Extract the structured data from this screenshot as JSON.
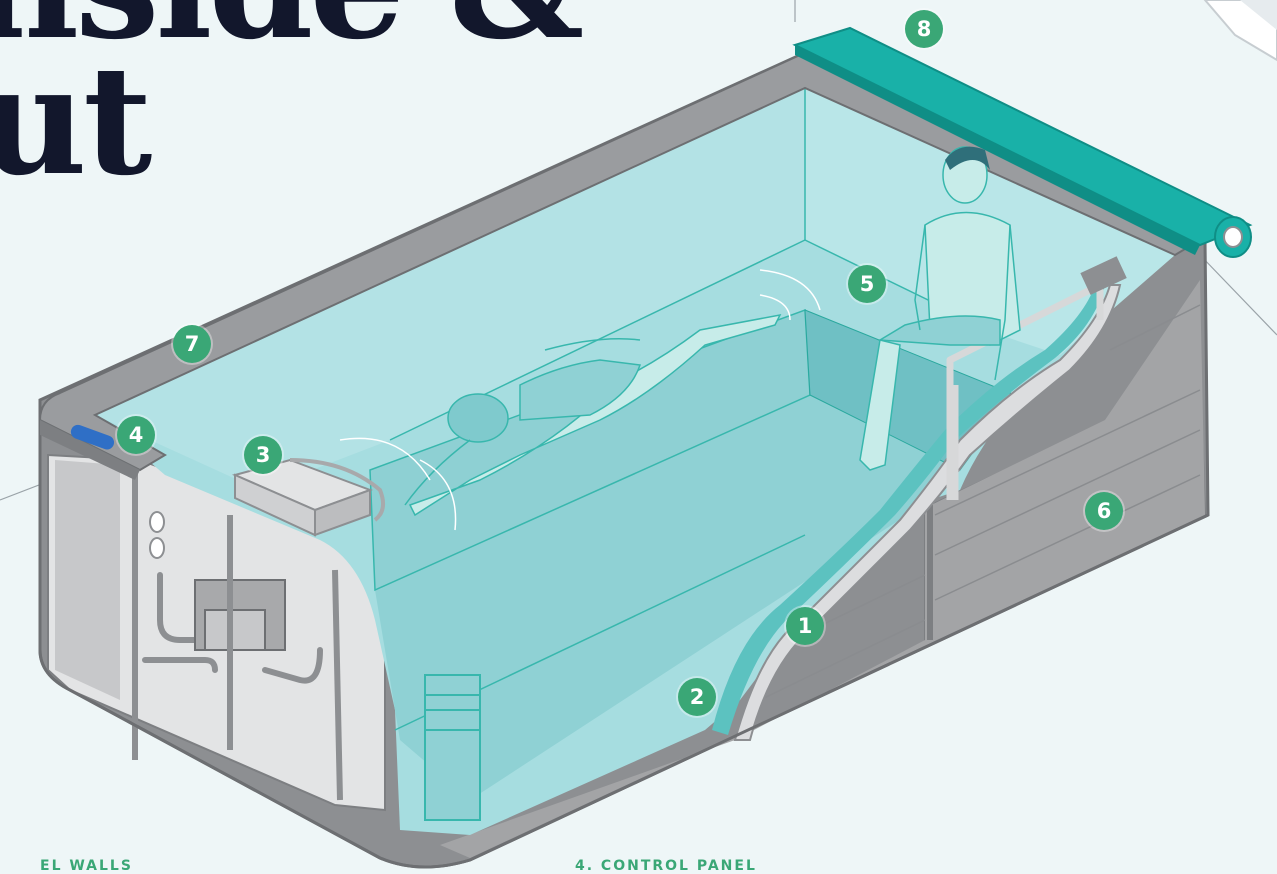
{
  "heading": {
    "line1": "nside &",
    "line2": "ut"
  },
  "markers": [
    {
      "id": "1",
      "label": "1"
    },
    {
      "id": "2",
      "label": "2"
    },
    {
      "id": "3",
      "label": "3"
    },
    {
      "id": "4",
      "label": "4"
    },
    {
      "id": "5",
      "label": "5"
    },
    {
      "id": "6",
      "label": "6"
    },
    {
      "id": "7",
      "label": "7"
    },
    {
      "id": "8",
      "label": "8"
    }
  ],
  "footer": {
    "left": "EL WALLS",
    "right": "4. CONTROL PANEL"
  },
  "colors": {
    "background": "#eef6f7",
    "water": "#a6dde0",
    "rim": "#8d8f92",
    "cabinet": "#a8a9ab",
    "cover": "#19b1a8",
    "marker": "#3aa776",
    "heading": "#12172c"
  }
}
